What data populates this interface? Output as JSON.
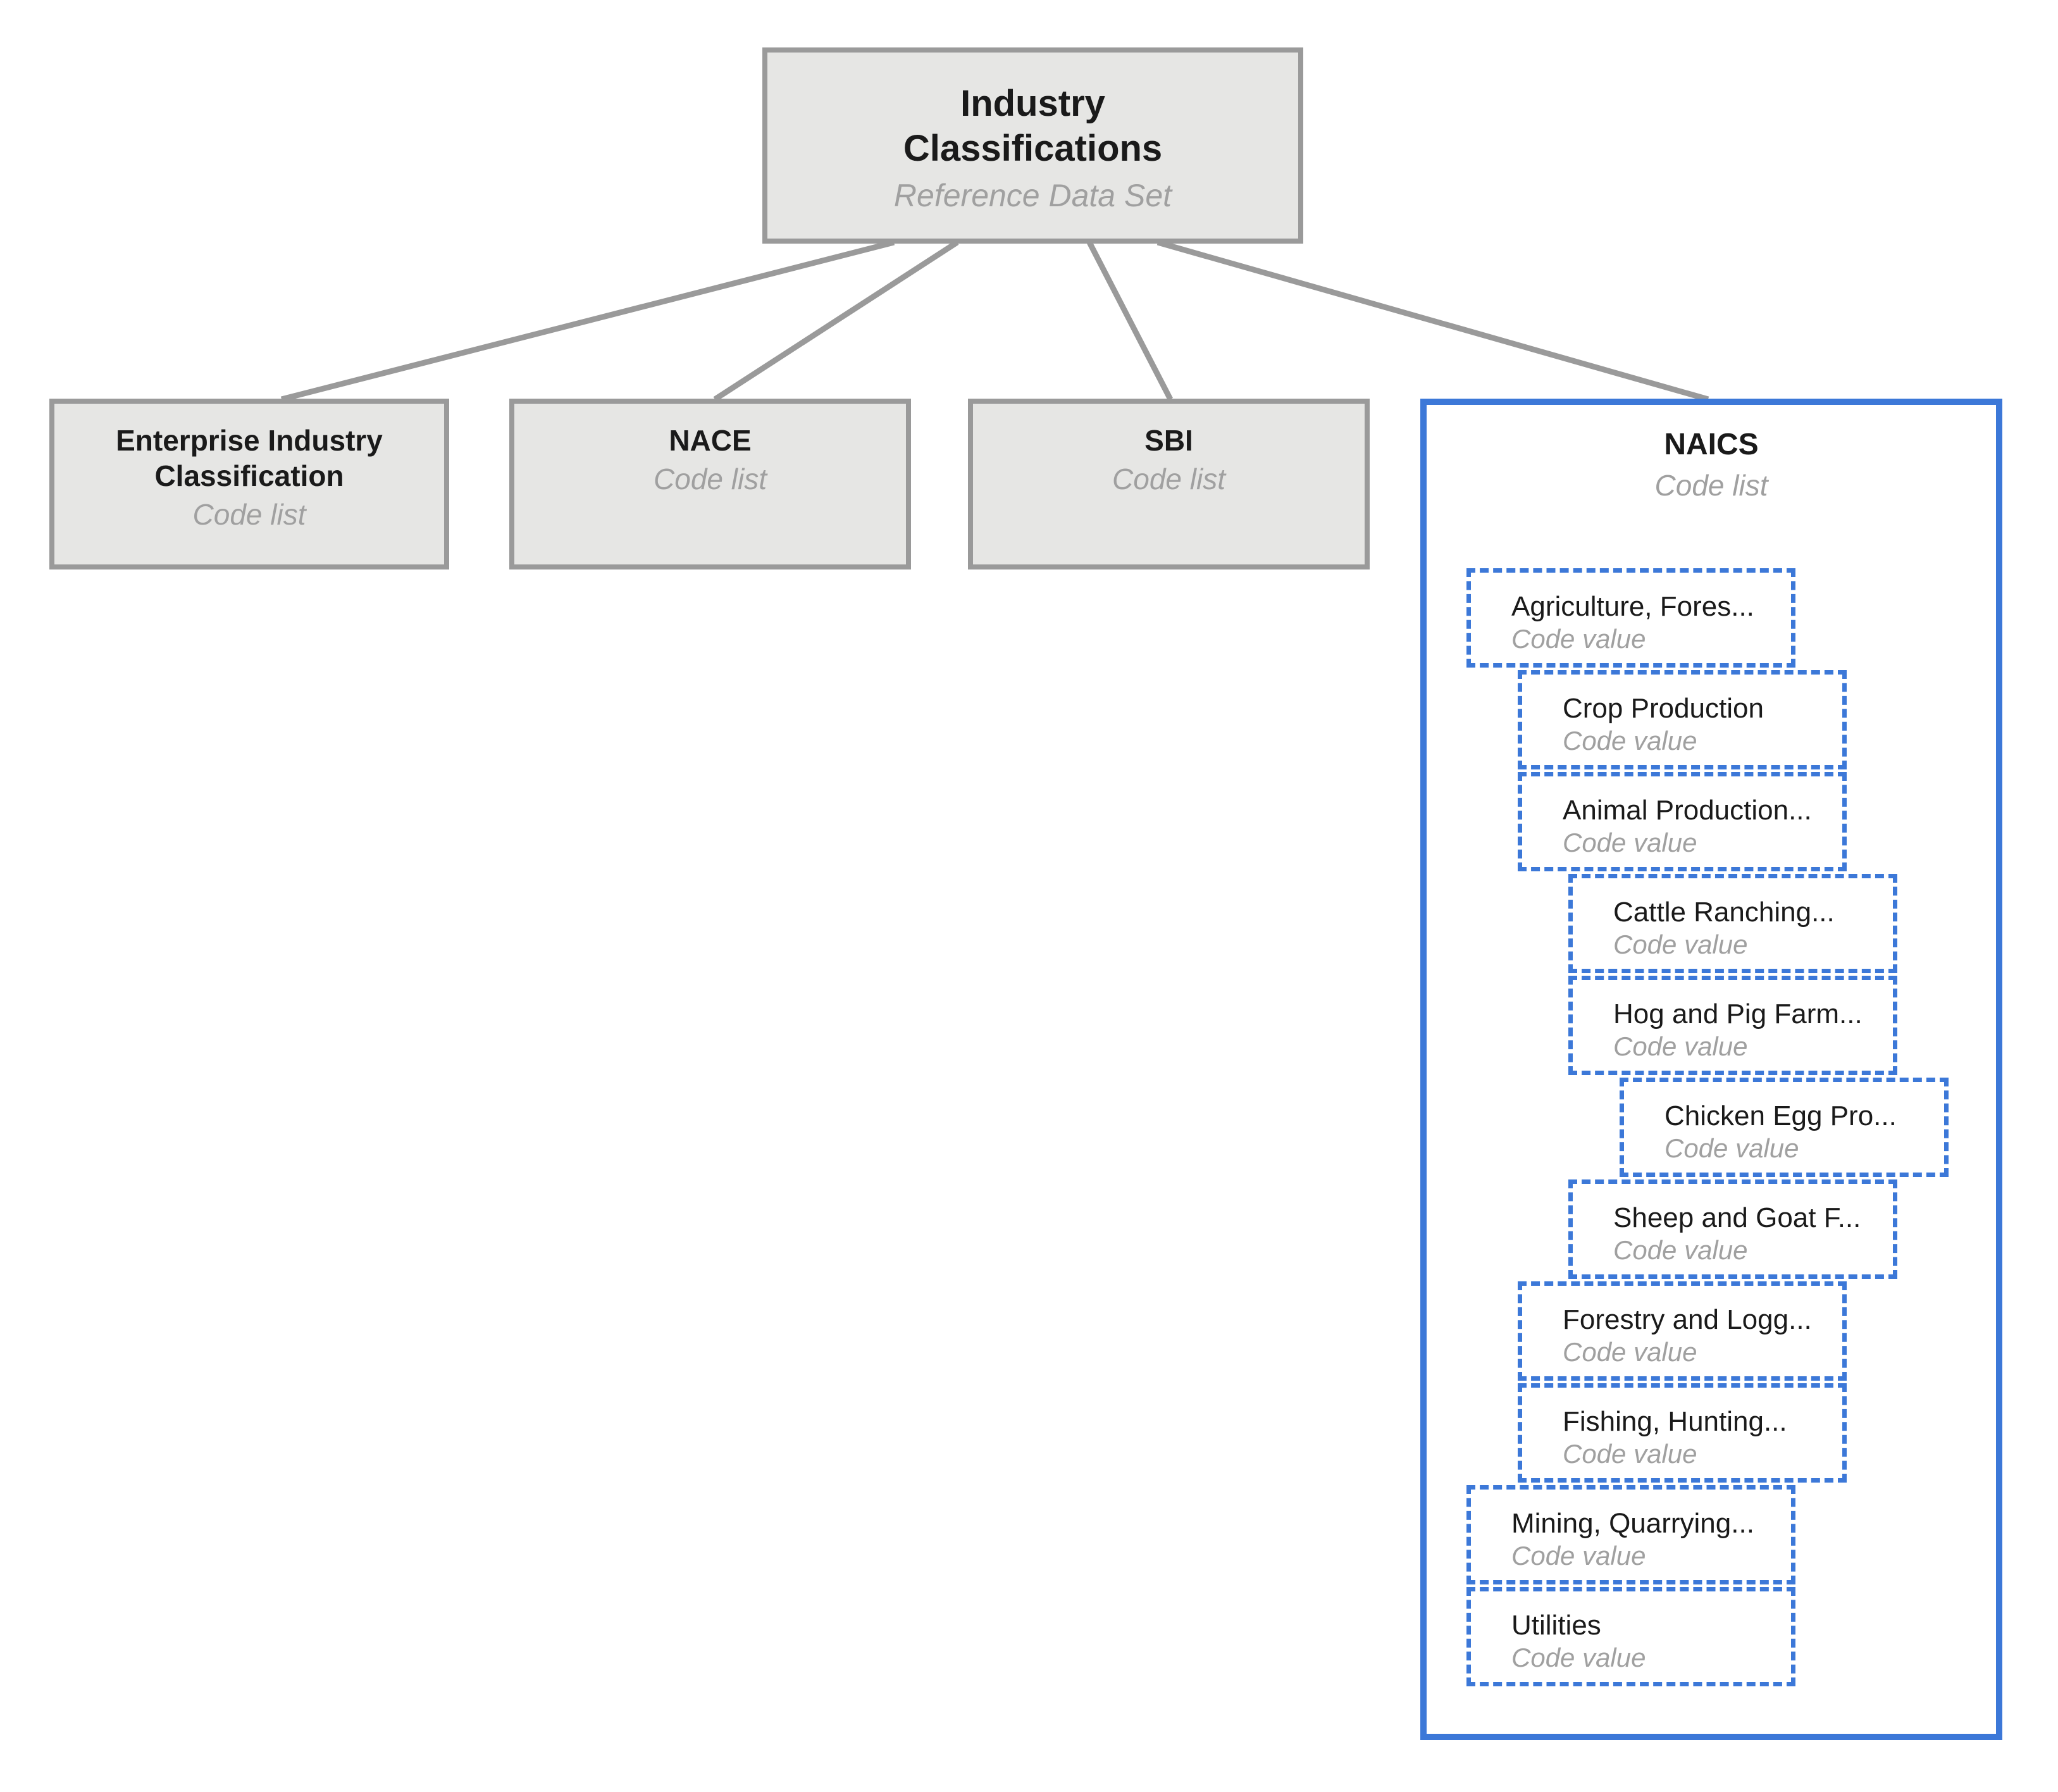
{
  "diagram": {
    "root": {
      "title": "Industry Classifications",
      "subtitle": "Reference Data Set"
    },
    "code_lists": [
      {
        "title": "Enterprise Industry Classification",
        "subtitle": "Code list"
      },
      {
        "title": "NACE",
        "subtitle": "Code list"
      },
      {
        "title": "SBI",
        "subtitle": "Code list"
      },
      {
        "title": "NAICS",
        "subtitle": "Code list"
      }
    ],
    "naics_code_values": [
      {
        "label": "Agriculture, Fores...",
        "type": "Code value",
        "indent": 0
      },
      {
        "label": "Crop Production",
        "type": "Code value",
        "indent": 1
      },
      {
        "label": "Animal Production...",
        "type": "Code value",
        "indent": 1
      },
      {
        "label": "Cattle Ranching...",
        "type": "Code value",
        "indent": 2
      },
      {
        "label": "Hog and Pig Farm...",
        "type": "Code value",
        "indent": 2
      },
      {
        "label": "Chicken Egg Pro...",
        "type": "Code value",
        "indent": 3
      },
      {
        "label": "Sheep and Goat F...",
        "type": "Code value",
        "indent": 2
      },
      {
        "label": "Forestry and Logg...",
        "type": "Code value",
        "indent": 1
      },
      {
        "label": "Fishing, Hunting...",
        "type": "Code value",
        "indent": 1
      },
      {
        "label": "Mining, Quarrying...",
        "type": "Code value",
        "indent": 0
      },
      {
        "label": "Utilities",
        "type": "Code value",
        "indent": 0
      }
    ]
  },
  "colors": {
    "accent-blue": "#3c78d8",
    "border-gray": "#9a9a9a",
    "box-fill-gray": "#e6e6e4",
    "muted-text": "#a0a0a0",
    "text": "#1a1a1a"
  }
}
